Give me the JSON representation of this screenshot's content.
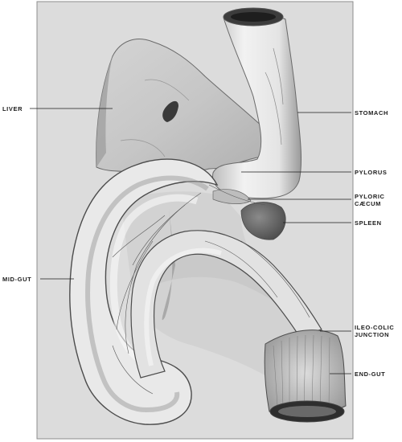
{
  "figure": {
    "labels_left": {
      "liver": "LIVER",
      "mid_gut": "MID-GUT"
    },
    "labels_right": {
      "stomach": "STOMACH",
      "pylorus": "PYLORUS",
      "pyloric_caecum_line1": "PYLORIC",
      "pyloric_caecum_line2": "CÆCUM",
      "spleen": "SPLEEN",
      "ileo_colic_line1": "ILEO-COLIC",
      "ileo_colic_line2": "JUNCTION",
      "end_gut": "END-GUT"
    }
  },
  "colors": {
    "plate_background": "#dcdcdc",
    "organ_fill": "#eeeeee",
    "shadow": "#7a7a7a",
    "spleen": "#6e6e6e",
    "line": "#1c1c1c"
  }
}
